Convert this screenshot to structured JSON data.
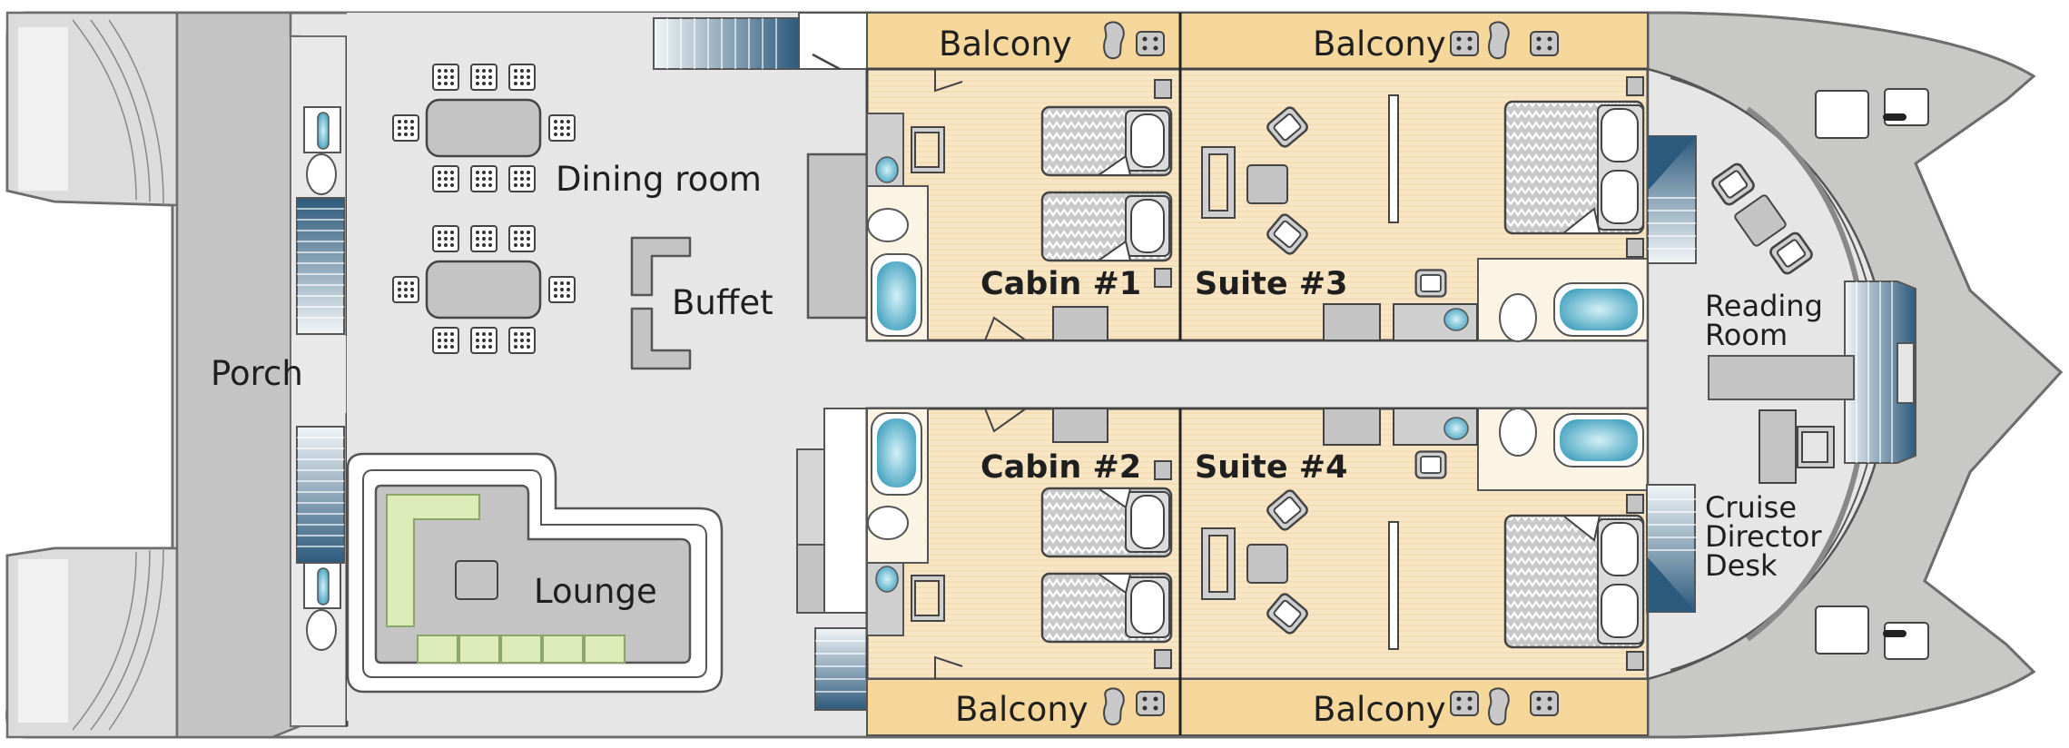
{
  "labels": {
    "dining_room": "Dining room",
    "buffet": "Buffet",
    "porch": "Porch",
    "lounge": "Lounge",
    "cabin_1": "Cabin #1",
    "cabin_2": "Cabin #2",
    "suite_3": "Suite #3",
    "suite_4": "Suite #4",
    "reading_room": [
      "Reading",
      "Room"
    ],
    "cruise_director_desk": [
      "Cruise",
      "Director",
      "Desk"
    ],
    "balcony_cabin_1": "Balcony",
    "balcony_suite_3": "Balcony",
    "balcony_cabin_2": "Balcony",
    "balcony_suite_4": "Balcony"
  },
  "colors": {
    "deck_gray": "#e6e6e6",
    "hull_gray": "#c8c8c7",
    "cabin_beige": "#f8e5c4",
    "balcony_orange": "#f6d79b",
    "furniture_gray": "#c4c4c4",
    "stair_blue": "#2f5f80",
    "bath_blue": "#5fb4cc",
    "sofa_green": "#dcebb8"
  }
}
